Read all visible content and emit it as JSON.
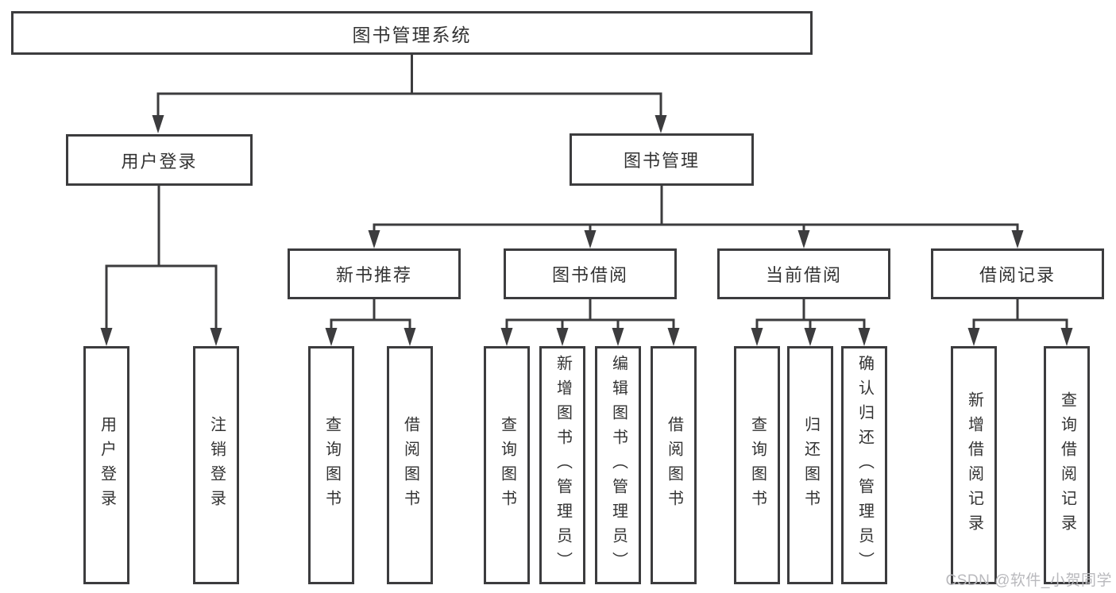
{
  "tree": {
    "root": {
      "label": "图书管理系统",
      "children": [
        {
          "label": "用户登录",
          "children": [
            {
              "label": "用户登录"
            },
            {
              "label": "注销登录"
            }
          ]
        },
        {
          "label": "图书管理",
          "children": [
            {
              "label": "新书推荐",
              "children": [
                {
                  "label": "查询图书"
                },
                {
                  "label": "借阅图书"
                }
              ]
            },
            {
              "label": "图书借阅",
              "children": [
                {
                  "label": "查询图书"
                },
                {
                  "label": "新增图书（管理员）"
                },
                {
                  "label": "编辑图书（管理员）"
                },
                {
                  "label": "借阅图书"
                }
              ]
            },
            {
              "label": "当前借阅",
              "children": [
                {
                  "label": "查询图书"
                },
                {
                  "label": "归还图书"
                },
                {
                  "label": "确认归还（管理员）"
                }
              ]
            },
            {
              "label": "借阅记录",
              "children": [
                {
                  "label": "新增借阅记录"
                },
                {
                  "label": "查询借阅记录"
                }
              ]
            }
          ]
        }
      ]
    }
  },
  "watermark": {
    "text": "CSDN @软件_小贺同学"
  },
  "colors": {
    "line": "#3c3c3e",
    "text": "#333333",
    "watermark": "#b9b9bd",
    "background": "#ffffff"
  }
}
